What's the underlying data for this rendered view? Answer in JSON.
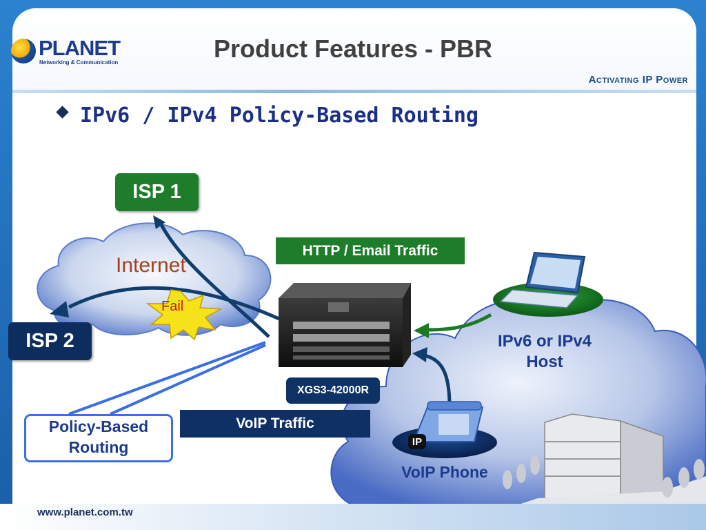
{
  "header": {
    "logo_name": "PLANET",
    "logo_subtitle": "Networking & Communication",
    "title": "Product Features - PBR",
    "tagline": "Activating IP Power"
  },
  "bullet": {
    "icon": "diamond-bullet-icon",
    "text": "IPv6 / IPv4 Policy-Based Routing"
  },
  "diagram": {
    "isp1": "ISP 1",
    "isp2": "ISP 2",
    "cloud_label": "Internet",
    "fail_label": "Fail",
    "http_traffic": "HTTP / Email Traffic",
    "voip_traffic": "VoIP Traffic",
    "switch_model": "XGS3-42000R",
    "policy_box": [
      "Policy-Based",
      "Routing"
    ],
    "host_label": [
      "IPv6 or IPv4",
      "Host"
    ],
    "phone_label": "VoIP Phone",
    "phone_badge": "IP"
  },
  "footer": {
    "url": "www.planet.com.tw"
  },
  "colors": {
    "frame_blue": "#1f6fb8",
    "isp1_green": "#1e7d2a",
    "navy": "#0d2d5e",
    "arrow_blue": "#103d6b",
    "arrow_green": "#1c7a22",
    "policy_line": "#3a6ee6",
    "fail_red": "#c8161b",
    "starburst": "#f5e21b"
  }
}
